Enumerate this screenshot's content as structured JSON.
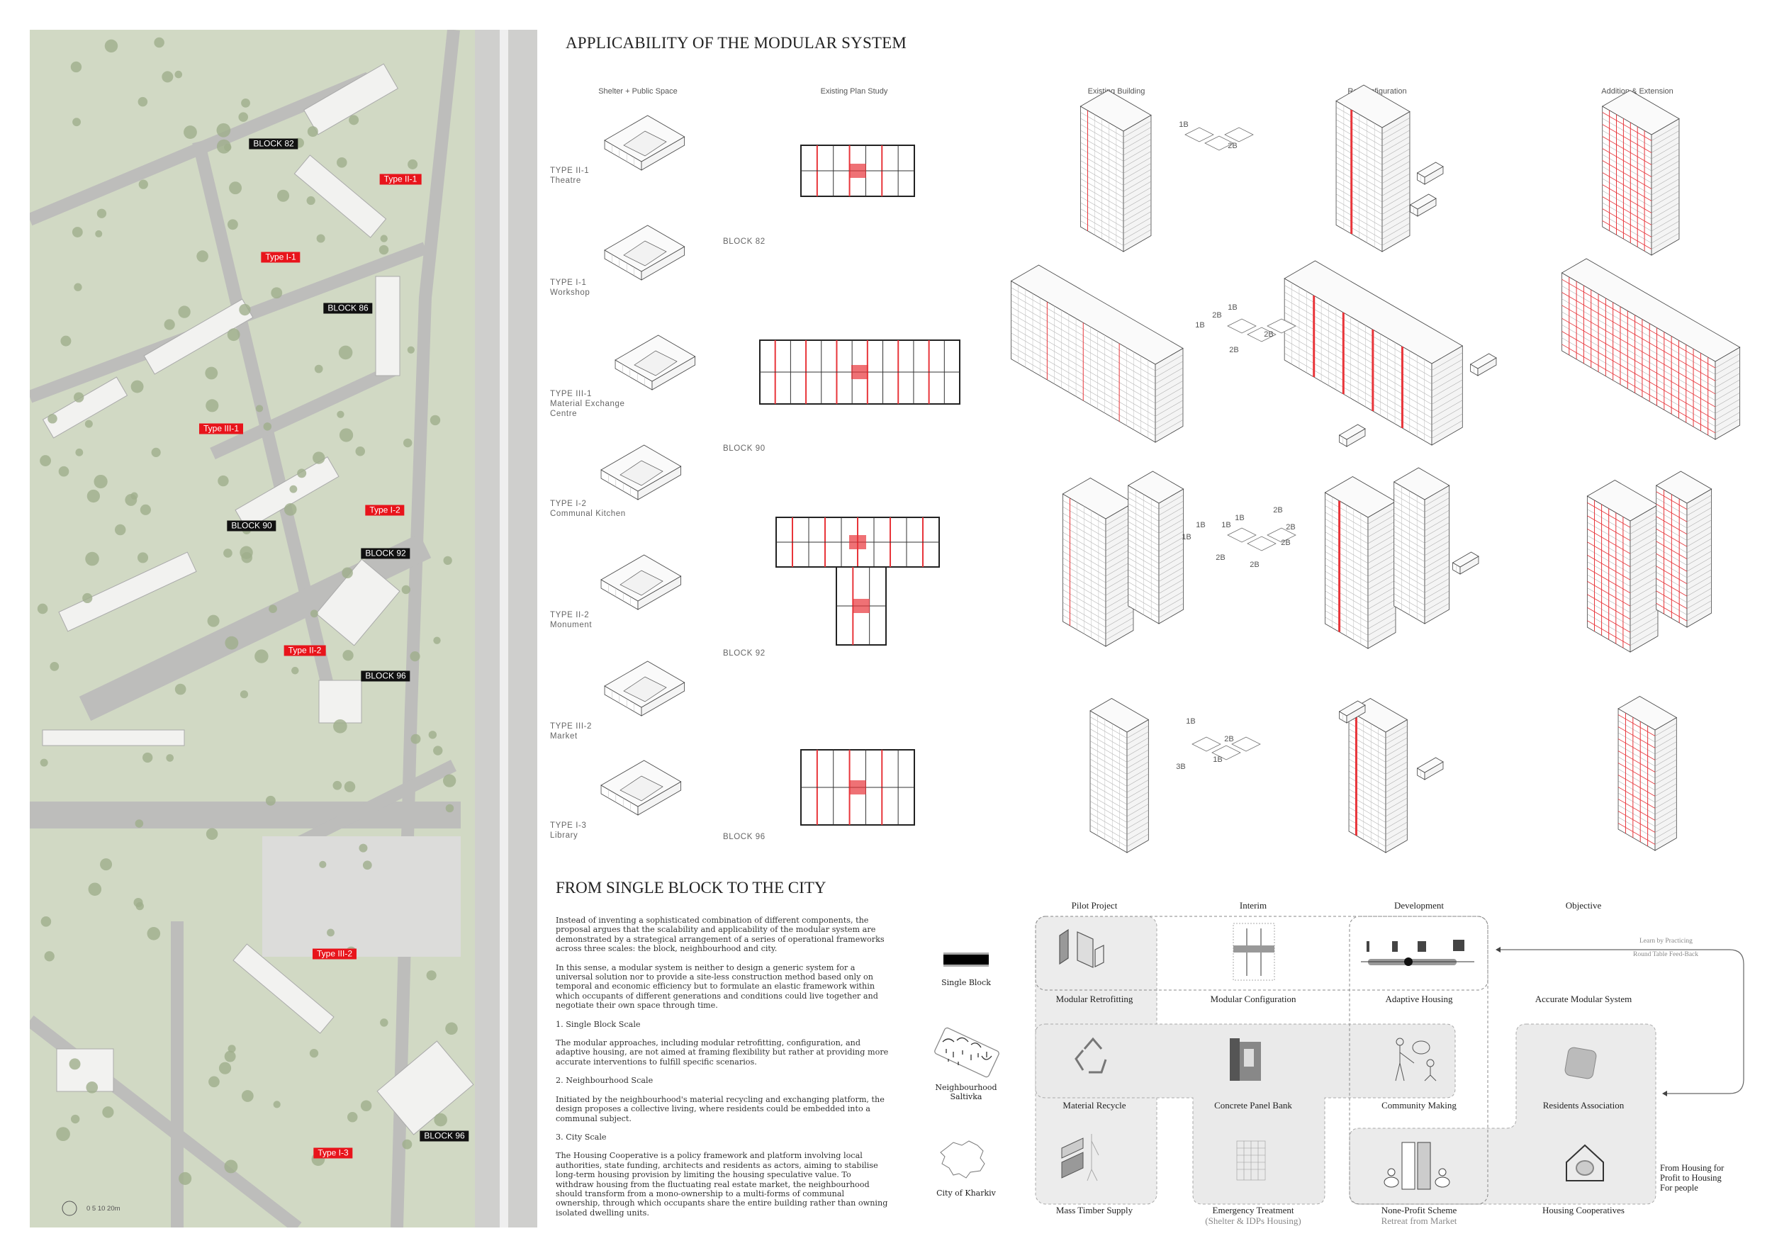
{
  "map": {
    "labels": [
      {
        "text": "BLOCK 82",
        "style": "black"
      },
      {
        "text": "Type II-1",
        "style": "red"
      },
      {
        "text": "Type I-1",
        "style": "red"
      },
      {
        "text": "BLOCK 86",
        "style": "black"
      },
      {
        "text": "Type III-1",
        "style": "red"
      },
      {
        "text": "Type I-2",
        "style": "red"
      },
      {
        "text": "BLOCK 90",
        "style": "black"
      },
      {
        "text": "BLOCK 92",
        "style": "black"
      },
      {
        "text": "Type II-2",
        "style": "red"
      },
      {
        "text": "BLOCK 96",
        "style": "black"
      },
      {
        "text": "Type III-2",
        "style": "red"
      },
      {
        "text": "BLOCK 96",
        "style": "black"
      },
      {
        "text": "Type I-3",
        "style": "red"
      }
    ],
    "scale_bar": "0  5  10  20m",
    "colors": {
      "grass": "#c5d2b3",
      "road": "#bdbdbb",
      "building": "#f2f2f0",
      "tree": "#9fae8c",
      "label_red": "#e8141b"
    }
  },
  "applicability": {
    "title": "APPLICABILITY  OF THE MODULAR SYSTEM",
    "columns": [
      "Shelter + Public Space",
      "Existing Plan Study",
      "Existing Building",
      "Re-Configuration",
      "Addition & Extension"
    ],
    "types": [
      {
        "code": "TYPE II-1",
        "name": "Theatre"
      },
      {
        "code": "TYPE I-1",
        "name": "Workshop"
      },
      {
        "code": "TYPE III-1",
        "name": "Material Exchange Centre"
      },
      {
        "code": "TYPE I-2",
        "name": "Communal Kitchen"
      },
      {
        "code": "TYPE II-2",
        "name": "Monument"
      },
      {
        "code": "TYPE III-2",
        "name": "Market"
      },
      {
        "code": "TYPE I-3",
        "name": "Library"
      }
    ],
    "blocks": [
      "BLOCK 82",
      "BLOCK 90",
      "BLOCK 92",
      "BLOCK 96"
    ],
    "unit_labels": [
      [
        "1B",
        "2B"
      ],
      [
        "1B",
        "2B",
        "1B",
        "2B",
        "2B"
      ],
      [
        "2B",
        "1B",
        "1B",
        "1B",
        "2B",
        "1B",
        "2B",
        "2B",
        "2B"
      ],
      [
        "1B",
        "2B",
        "1B",
        "3B"
      ]
    ],
    "accent": "#e8353a"
  },
  "city": {
    "title": "FROM SINGLE BLOCK TO THE CITY",
    "paragraphs": [
      "Instead of inventing a sophisticated combination of different components, the proposal argues that the scalability and applicability of the modular system are demonstrated by a strategical arrangement of a series of operational frameworks across three scales: the block, neighbourhood and city.",
      "In this sense, a modular system is neither to design a generic system for a universal solution nor to provide a site-less construction method based only on temporal and economic efficiency but to formulate an elastic framework within which occupants of different generations and conditions could live together and negotiate their own space through time.",
      "1. Single Block Scale",
      "The modular approaches, including modular retrofitting, configuration, and adaptive housing, are not aimed at framing flexibility but rather at providing more accurate interventions to fulfill specific scenarios.",
      "2. Neighbourhood Scale",
      "Initiated by the neighbourhood's material recycling and exchanging platform, the design proposes a collective living, where residents could be embedded into a communal subject.",
      "3. City Scale",
      "The Housing Cooperative is a policy framework and platform involving local authorities, state funding, architects and residents as actors, aiming to stabilise long-term housing provision by limiting the housing speculative value. To withdraw housing from the fluctuating real estate market, the neighbourhood should transform from a mono-ownership to a multi-forms of communal ownership, through which occupants share the entire building rather than owning isolated dwelling units."
    ],
    "scales": [
      "Single Block",
      "Neighbourhood\nSaltivka",
      "City of Kharkiv"
    ]
  },
  "framework": {
    "phases": [
      "Pilot Project",
      "Interim",
      "Development",
      "Objective"
    ],
    "row1": [
      "Modular Retrofitting",
      "Modular Configuration",
      "Adaptive Housing",
      "Accurate Modular System"
    ],
    "row2": [
      "Material Recycle",
      "Concrete Panel Bank",
      "Community Making",
      "Residents Association"
    ],
    "row3": [
      "Mass Timber Supply",
      "Emergency Treatment",
      "None-Profit Scheme",
      "Housing Cooperatives"
    ],
    "row3_sub": [
      "",
      "(Shelter & IDPs Housing)",
      "Retreat from Market",
      ""
    ],
    "feedback": [
      "Learn by Practicing",
      "Round Table Feed-Back"
    ],
    "slogan": "From Housing for\nProfit to Housing\nFor people"
  }
}
